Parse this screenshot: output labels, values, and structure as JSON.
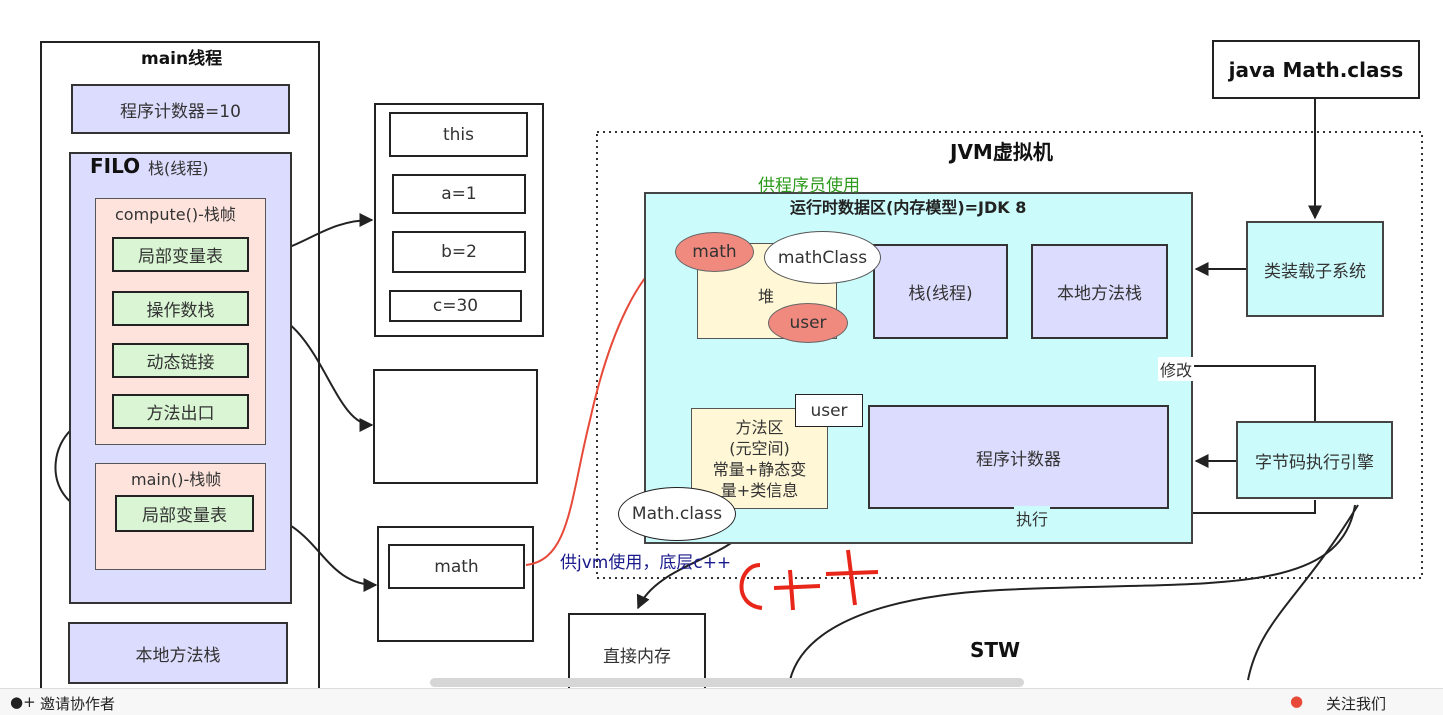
{
  "main_thread": {
    "title": "main线程",
    "pc": "程序计数器=10",
    "filo": "FILO",
    "stack_label": "栈(线程)",
    "compute_frame": {
      "title": "compute()-栈帧",
      "items": [
        "局部变量表",
        "操作数栈",
        "动态链接",
        "方法出口"
      ]
    },
    "main_frame": {
      "title": "main()-栈帧",
      "items": [
        "局部变量表"
      ]
    },
    "native_stack": "本地方法栈"
  },
  "locals": [
    "this",
    "a=1",
    "b=2",
    "c=30"
  ],
  "math_ref": "math",
  "direct_memory": "直接内存",
  "class_file": "java Math.class",
  "jvm": {
    "title": "JVM虚拟机",
    "runtime_area": "运行时数据区(内存模型)=JDK 8",
    "heap": "堆",
    "stack": "栈(线程)",
    "native_stack": "本地方法栈",
    "method_area": [
      "方法区",
      "(元空间)",
      "常量+静态变",
      "量+类信息"
    ],
    "pc": "程序计数器",
    "user_label": "user",
    "class_loader": "类装载子系统",
    "bytecode_engine": "字节码执行引擎",
    "modify": "修改",
    "execute": "执行",
    "stw": "STW"
  },
  "ovals": {
    "math": "math",
    "mathClass": "mathClass",
    "user": "user",
    "math_class": "Math.class"
  },
  "annotations": {
    "for_programmer": "供程序员使用",
    "for_jvm": "供jvm使用，底层c++",
    "cpp_handwritten": "C++"
  },
  "bottom_bar": {
    "invite": "邀请协作者",
    "follow": "关注我们"
  },
  "colors": {
    "lavender": "#dcdcff",
    "green": "#d9f5d3",
    "pink": "#fde3dc",
    "cyan": "#ccfbfb",
    "salmon": "#f08a7e",
    "ink_red": "#e8271a",
    "annotation_green": "#2e9a1e",
    "annotation_blue": "#1a1a8c"
  }
}
